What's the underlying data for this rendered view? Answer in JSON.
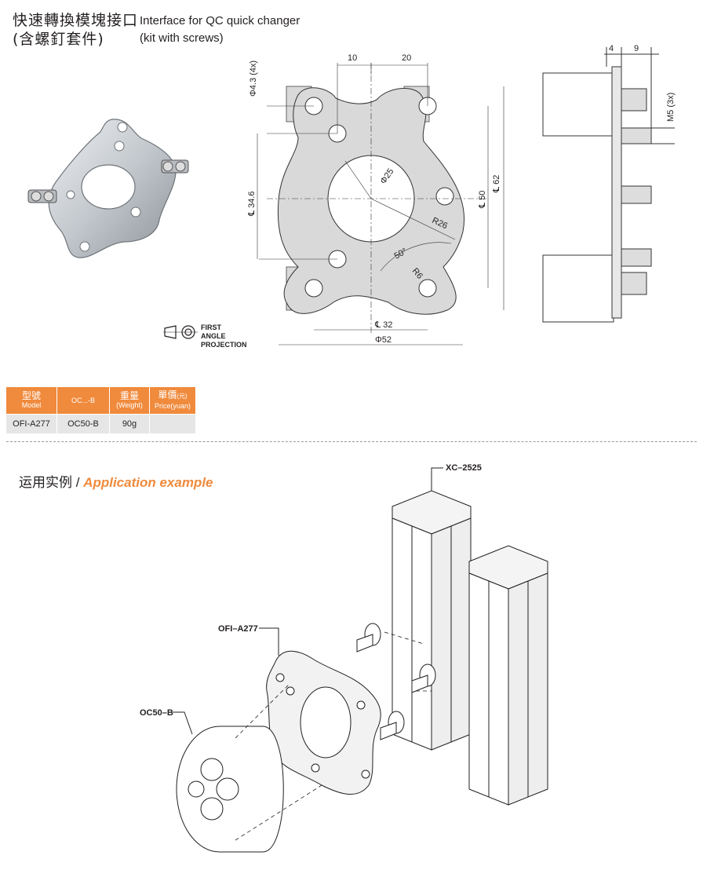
{
  "header": {
    "title_cn_line1": "快速轉換模塊接口",
    "title_cn_line2": "(含螺釘套件)",
    "title_en_line1": "Interface for QC quick changer",
    "title_en_line2": "(kit with screws)"
  },
  "drawing": {
    "dims": {
      "d10": "10",
      "d20": "20",
      "hole43": "Φ4.3  (4x)",
      "c346": "℄ 34.6",
      "phi25": "Φ25",
      "c50": "℄ 50",
      "c62": "℄ 62",
      "r26": "R26",
      "a50": "50°",
      "r6": "R6",
      "c32": "℄ 32",
      "phi52": "Φ52",
      "d4": "4",
      "d9": "9",
      "m5": "M5  (3x)"
    },
    "projection_line1": "FIRST ANGLE",
    "projection_line2": "PROJECTION"
  },
  "spec_table": {
    "headers": [
      {
        "cn": "型號",
        "en": "Model"
      },
      {
        "cn": "OC...-B",
        "en": ""
      },
      {
        "cn": "重量",
        "en": "(Weight)"
      },
      {
        "cn": "單價",
        "cn_small": "(元)",
        "en": "Price(yuan)"
      }
    ],
    "rows": [
      [
        "OFI-A277",
        "OC50-B",
        "90g",
        ""
      ]
    ]
  },
  "application": {
    "title_cn": "运用实例 / ",
    "title_en": "Application example",
    "label_profile": "XC–2525",
    "label_plate": "OFI–A277",
    "label_module": "OC50–B"
  },
  "colors": {
    "accent": "#f08a3c",
    "plate_fill": "#d9d9d9",
    "table_cell": "#e6e6e6"
  }
}
